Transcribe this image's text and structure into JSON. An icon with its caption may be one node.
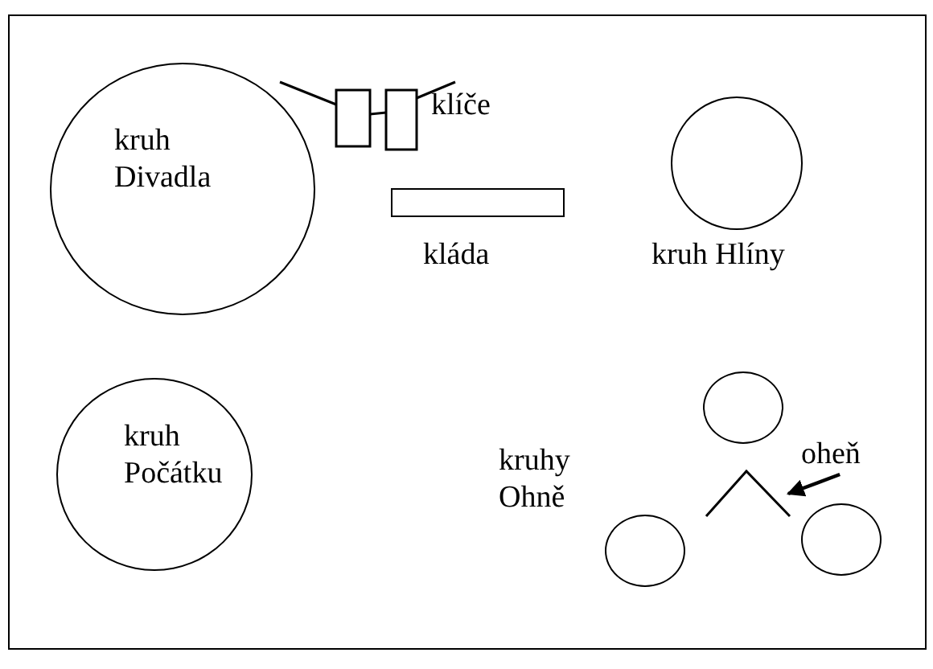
{
  "diagram": {
    "nodes": [
      {
        "text": [
          "kruh Divadla"
        ]
      },
      {
        "text": [],
        "shape": "picture",
        "beside": [
          "klíče"
        ]
      },
      {
        "text": [],
        "shape": "box",
        "beside": [
          "kláda"
        ]
      },
      {
        "text": [],
        "shape": "circle",
        "beside": [
          "kruh Hlíny"
        ]
      },
      {
        "text": [
          "kruh Počátku"
        ]
      },
      {
        "text": [],
        "shape": "circle"
      },
      {
        "text": [],
        "shape": "circle"
      },
      {
        "text": [],
        "shape": "circle"
      },
      {
        "text": [
          "oheň"
        ]
      },
      {
        "text": [],
        "shape": "picture"
      }
    ],
    "edges": [
      {
        "from": 8,
        "to": 9,
        "arrow": "to"
      }
    ],
    "labels": [
      "kruhy Ohně"
    ]
  }
}
